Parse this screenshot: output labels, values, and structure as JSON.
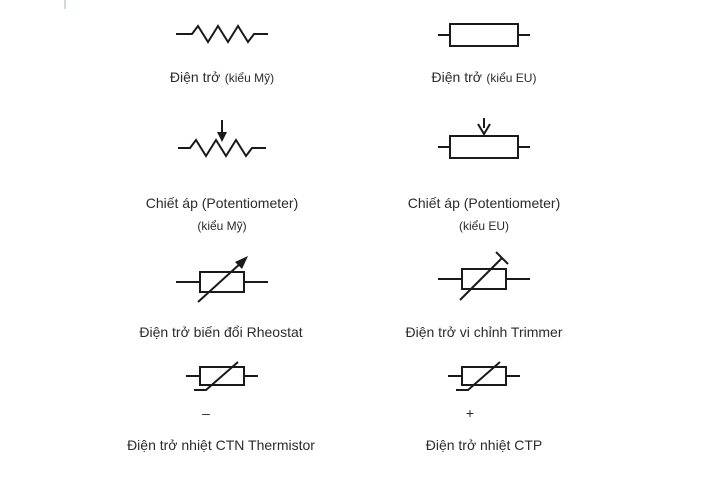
{
  "symbols": {
    "resistor_us": {
      "name": "Điện trở",
      "note": "(kiểu Mỹ)"
    },
    "resistor_eu": {
      "name": "Điện trở",
      "note": "(kiểu EU)"
    },
    "potentiometer_us": {
      "label": "Chiết áp (Potentiometer)",
      "note": "(kiểu Mỹ)"
    },
    "potentiometer_eu": {
      "label": "Chiết áp (Potentiometer)",
      "note": "(kiểu EU)"
    },
    "rheostat": {
      "label": "Điện trở biến đổi Rheostat"
    },
    "trimmer": {
      "label": "Điện trở vi chỉnh Trimmer"
    },
    "thermistor_ntc": {
      "sign": "–",
      "label": "Điện trở nhiệt CTN Thermistor"
    },
    "thermistor_ptc": {
      "sign": "+",
      "label": "Điện trở nhiệt CTP"
    }
  },
  "colors": {
    "stroke": "#1a1a1a",
    "text": "#2b2b2b"
  }
}
